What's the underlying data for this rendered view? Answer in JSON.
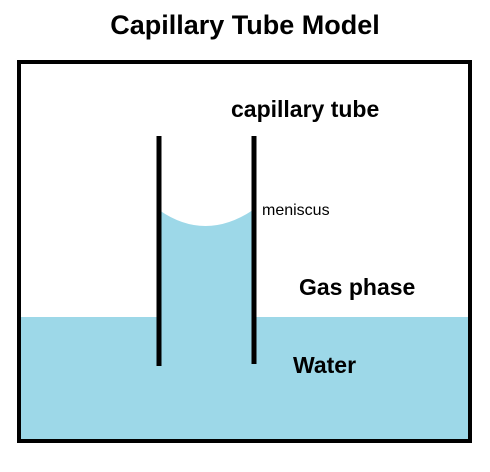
{
  "title": "Capillary Tube Model",
  "labels": {
    "capillary_tube": "capillary tube",
    "meniscus": "meniscus",
    "gas_phase": "Gas phase",
    "water": "Water"
  },
  "colors": {
    "water": "#9dd8e8",
    "outline": "#000000",
    "background": "#ffffff"
  }
}
